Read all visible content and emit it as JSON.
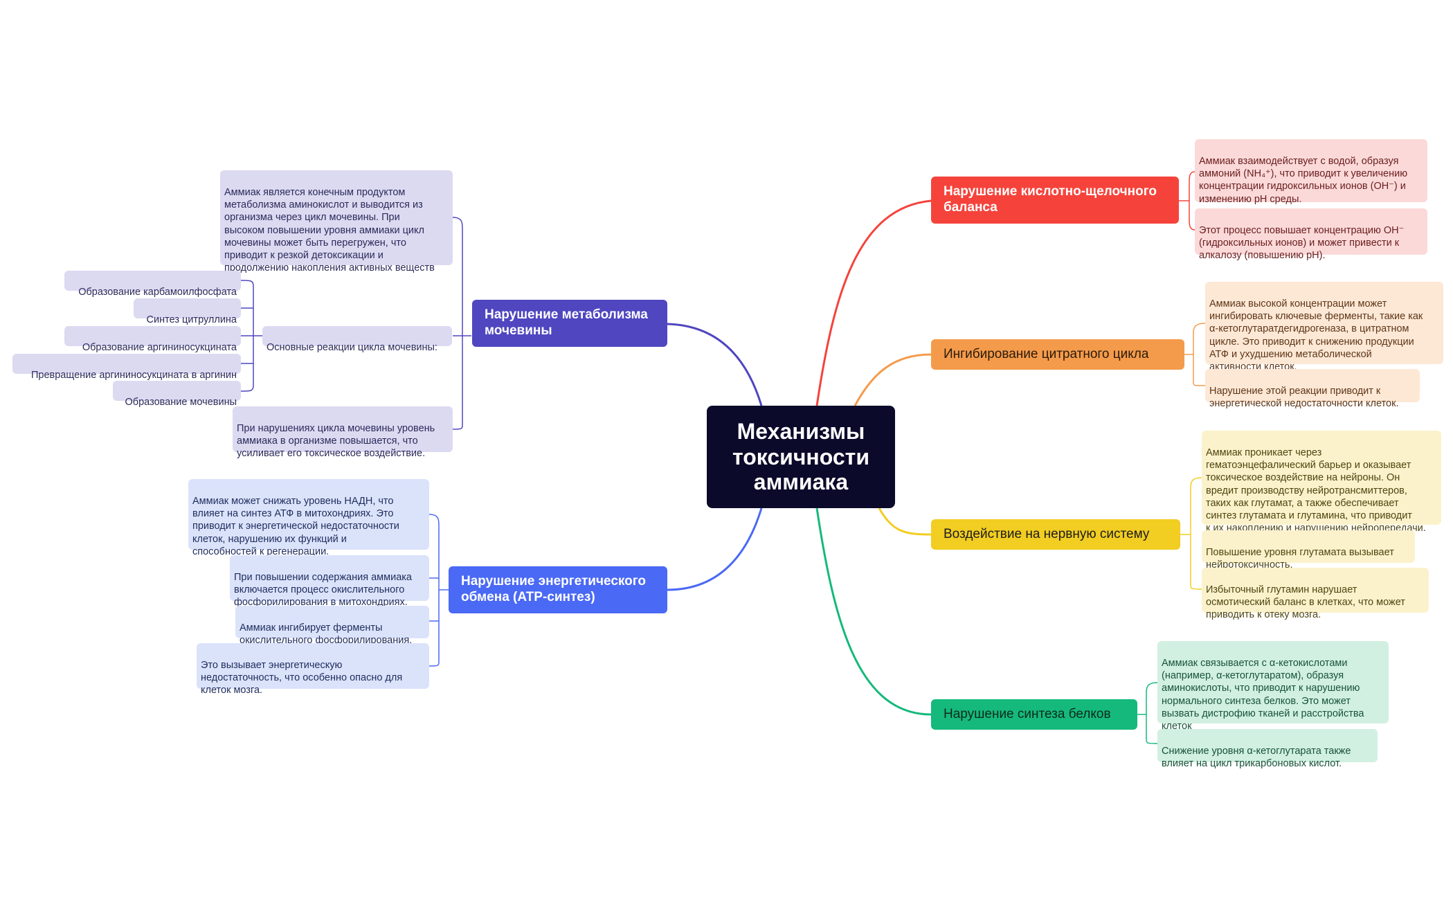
{
  "center": {
    "title": "Механизмы\nтоксичности\nаммиака",
    "color": "#0b0a2a"
  },
  "branches": {
    "acid": {
      "label": "Нарушение кислотно-щелочного баланса",
      "color": "#f5433b",
      "leaves": [
        "Аммиак взаимодействует с водой, образуя\nаммоний (NH₄⁺), что приводит к увеличению\nконцентрации гидроксильных ионов (OH⁻) и\nизменению pH среды.",
        "Этот процесс повышает концентрацию OH⁻\n(гидроксильных ионов) и может привести к\nалкалозу (повышению pH)."
      ]
    },
    "citrate": {
      "label": "Ингибирование цитратного цикла",
      "color": "#f49b4b",
      "leaves": [
        "Аммиак высокой концентрации может\nингибировать ключевые ферменты, такие как\nα-кетоглутаратдегидрогеназа, в цитратном\nцикле. Это приводит к снижению продукции\nАТФ и ухудшению метаболической\nактивности клеток.",
        "Нарушение этой реакции приводит к\nэнергетической недостаточности клеток."
      ]
    },
    "nervous": {
      "label": "Воздействие на нервную систему",
      "color": "#f2cd22",
      "leaves": [
        "Аммиак проникает через\nгематоэнцефалический барьер и оказывает\nтоксическое воздействие на нейроны. Он\nвредит производству нейротрансмиттеров,\nтаких как глутамат, а также обеспечивает\nсинтез глутамата и глутамина, что приводит\nк их накоплению и нарушению нейропередачи.",
        "Повышение уровня глутамата вызывает\nнейротоксичность.",
        "Избыточный глутамин нарушает\nосмотический баланс в клетках, что может\nприводить к отеку мозга."
      ]
    },
    "protein": {
      "label": "Нарушение синтеза белков",
      "color": "#15b97b",
      "leaves": [
        "Аммиак связывается с α-кетокислотами\n(например, α-кетоглутаратом), образуя\nаминокислоты, что приводит к нарушению\nнормального синтеза белков. Это может\nвызвать дистрофию тканей и расстройства\nклеток",
        "Снижение уровня α-кетоглутарата также\nвлияет на цикл трикарбоновых кислот."
      ]
    },
    "urea": {
      "label": "Нарушение метаболизма\nмочевины",
      "color": "#4f46c0",
      "leaves": [
        "Аммиак является конечным продуктом\nметаболизма аминокислот и выводится из\nорганизма через цикл мочевины. При\nвысоком повышении уровня аммиаки цикл\nмочевины может быть перегружен, что\nприводит к резкой детоксикации и\nпродолжению накопления активных веществ",
        "Основные реакции цикла мочевины:",
        "При нарушениях цикла мочевины уровень\nаммиака в организме повышается, что\nусиливает его токсическое воздействие."
      ],
      "reactions": [
        "Образование карбамоилфосфата",
        "Синтез цитруллина",
        "Образование аргининосукцината",
        "Превращение аргининосукцината в аргинин",
        "Образование мочевины"
      ]
    },
    "energy": {
      "label": "Нарушение энергетического\nобмена (ATP-синтез)",
      "color": "#4a69f5",
      "leaves": [
        "Аммиак может снижать уровень НАДН, что\nвлияет на синтез АТФ в митохондриях. Это\nприводит к энергетической недостаточности\nклеток, нарушению их функций и\nспособностей к регенерации.",
        "При повышении содержания аммиака\nвключается процесс окислительного\nфосфорилирования в митохондриях.",
        "Аммиак ингибирует ферменты\nокислительного фосфорилирования.",
        "Это вызывает энергетическую\nнедостаточность, что особенно опасно для\nклеток мозга."
      ]
    }
  }
}
